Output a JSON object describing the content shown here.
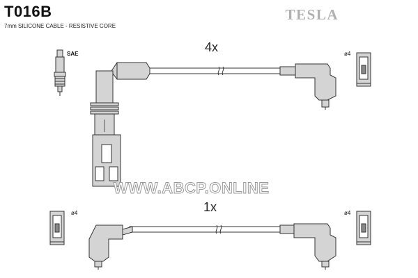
{
  "header": {
    "code": "T016B",
    "subtitle": "7mm SILICONE CABLE - RESISTIVE CORE",
    "brand": "TESLA"
  },
  "labels": {
    "sae": "SAE",
    "qty_top": "4x",
    "qty_bottom": "1x",
    "dia_top_right": "ø4",
    "dia_bottom_left": "ø4",
    "dia_bottom_right": "ø4",
    "watermark": "WWW.ABCP.ONLINE"
  },
  "colors": {
    "part_fill": "#d4d4d4",
    "line": "#333333",
    "watermark": "#ffffff"
  }
}
